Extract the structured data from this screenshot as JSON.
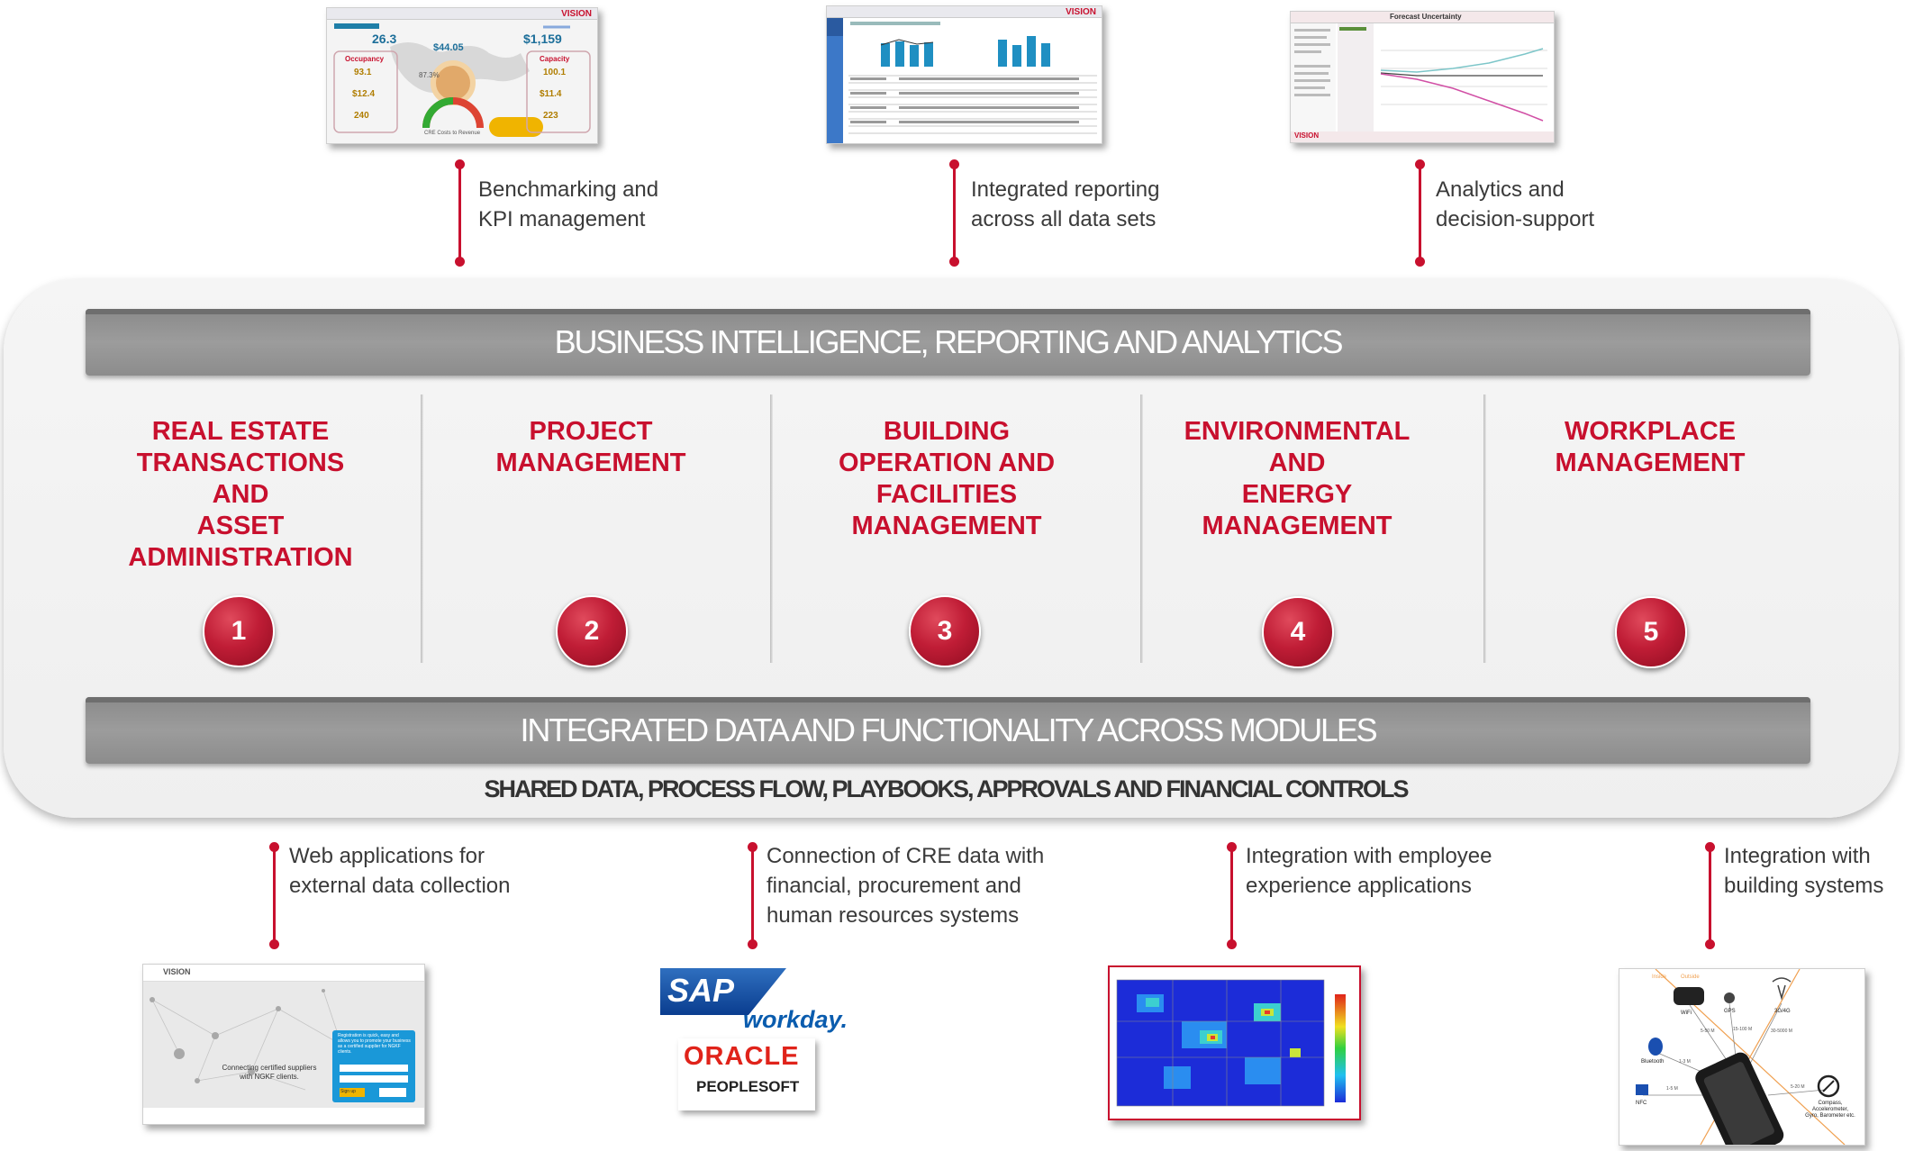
{
  "top_connectors": [
    {
      "text": "Benchmarking and\nKPI management"
    },
    {
      "text": "Integrated reporting\nacross all data sets"
    },
    {
      "text": "Analytics and\ndecision-support"
    }
  ],
  "top_band": "BUSINESS INTELLIGENCE, REPORTING AND ANALYTICS",
  "modules": [
    {
      "title": "REAL ESTATE\nTRANSACTIONS\nAND\nASSET\nADMINISTRATION",
      "number": "1"
    },
    {
      "title": "PROJECT\nMANAGEMENT",
      "number": "2"
    },
    {
      "title": "BUILDING\nOPERATION AND\nFACILITIES\nMANAGEMENT",
      "number": "3"
    },
    {
      "title": "ENVIRONMENTAL\nAND\nENERGY\nMANAGEMENT",
      "number": "4"
    },
    {
      "title": "WORKPLACE\nMANAGEMENT",
      "number": "5"
    }
  ],
  "bottom_band": "INTEGRATED DATA AND FUNCTIONALITY ACROSS MODULES",
  "shared_line": "SHARED DATA, PROCESS FLOW, PLAYBOOKS, APPROVALS  AND FINANCIAL CONTROLS",
  "bottom_connectors": [
    {
      "text": "Web applications for\nexternal data collection"
    },
    {
      "text": "Connection of CRE data with\nfinancial, procurement and\nhuman resources systems"
    },
    {
      "text": "Integration with employee\nexperience applications"
    },
    {
      "text": "Integration with\nbuilding systems"
    }
  ],
  "thumbnails": {
    "dashboard": {
      "logo": "VISION",
      "kpi1": "26.3",
      "kpi2": "$44.05",
      "kpi3": "$1,159",
      "left_label": "Occupancy",
      "right_label": "Capacity",
      "v1": "93.1",
      "v2": "$12.4",
      "v3": "240",
      "v4": "100.1",
      "v5": "$11.4",
      "v6": "223",
      "mid": "87.3%",
      "gauge": "CRE Costs to Revenue"
    },
    "reporting": {
      "logo": "VISION"
    },
    "analytics": {
      "title": "Forecast Uncertainty",
      "logo": "VISION"
    },
    "portal": {
      "logo": "VISION",
      "card_text": "Registration is quick, easy and allows you to promote your business as a certified supplier for NGKF clients.",
      "caption": "Connecting certified suppliers\nwith NGKF clients.",
      "button": "Sign up"
    },
    "logos": {
      "sap": "SAP",
      "workday": "workday.",
      "oracle": "ORACLE",
      "peoplesoft": "PEOPLESOFT"
    },
    "building": {
      "labels": [
        "WiFi",
        "GPS",
        "3G/4G",
        "Bluetooth",
        "NFC",
        "Compass,\nAccelerometer,\nGyro, Barometer etc."
      ],
      "inside": "Inside",
      "outside": "Outside",
      "ranges": [
        "5-50 M",
        "15-100 M",
        "30-5000 M",
        "1-3 M",
        "1-5 M",
        "5-20 M"
      ]
    }
  },
  "colors": {
    "accent": "#c8102e",
    "band": "#949494",
    "panel": "#f2f2f2"
  }
}
